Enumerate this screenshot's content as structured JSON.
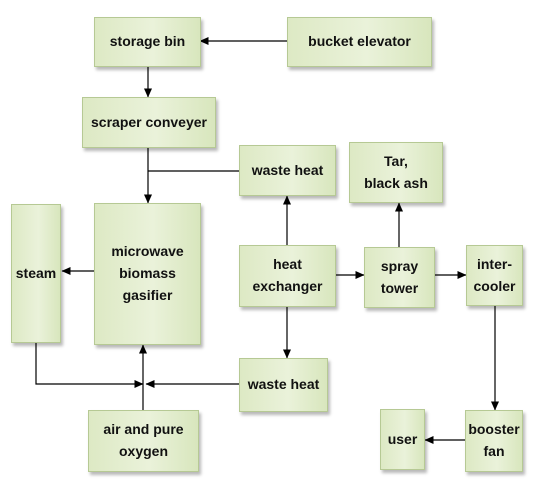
{
  "nodes": {
    "storage_bin": "storage bin",
    "bucket_elevator": "bucket elevator",
    "scraper_conveyer": "scraper conveyer",
    "waste_heat_top": "waste heat",
    "tar_black_ash": "Tar,\nblack ash",
    "steam": "steam",
    "gasifier": "microwave\nbiomass\ngasifier",
    "heat_exchanger": "heat\nexchanger",
    "spray_tower": "spray\ntower",
    "intercooler": "inter-\ncooler",
    "waste_heat_bottom": "waste heat",
    "air_oxygen": "air and pure\noxygen",
    "user": "user",
    "booster_fan": "booster\nfan"
  },
  "edges": [
    {
      "from": "bucket_elevator",
      "to": "storage_bin"
    },
    {
      "from": "storage_bin",
      "to": "scraper_conveyer"
    },
    {
      "from": "scraper_conveyer",
      "to": "gasifier"
    },
    {
      "from": "waste_heat_top",
      "to": "gasifier"
    },
    {
      "from": "gasifier",
      "to": "steam"
    },
    {
      "from": "heat_exchanger",
      "to": "waste_heat_top"
    },
    {
      "from": "heat_exchanger",
      "to": "waste_heat_bottom"
    },
    {
      "from": "heat_exchanger",
      "to": "spray_tower"
    },
    {
      "from": "spray_tower",
      "to": "tar_black_ash"
    },
    {
      "from": "spray_tower",
      "to": "intercooler"
    },
    {
      "from": "intercooler",
      "to": "booster_fan"
    },
    {
      "from": "booster_fan",
      "to": "user"
    },
    {
      "from": "steam",
      "to": "gasifier"
    },
    {
      "from": "waste_heat_bottom",
      "to": "gasifier"
    },
    {
      "from": "air_oxygen",
      "to": "gasifier"
    }
  ]
}
